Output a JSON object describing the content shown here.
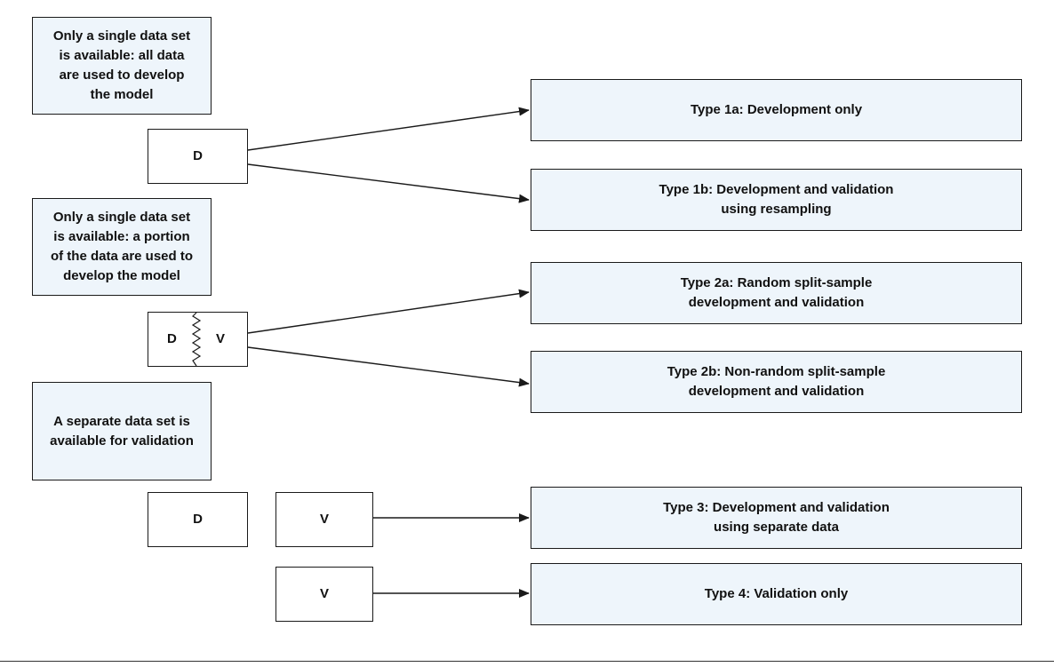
{
  "conditions": {
    "single_all": "Only a single data set\nis available: all data\nare used to develop\nthe model",
    "single_portion": "Only a single data set\nis available: a portion\nof the data are used to\ndevelop the model",
    "separate": "A separate data set is\navailable for validation"
  },
  "data_boxes": {
    "d_full": "D",
    "split_d": "D",
    "split_v": "V",
    "dev_separate": "D",
    "val_separate": "V",
    "val_only": "V"
  },
  "types": {
    "t1a": "Type 1a: Development only",
    "t1b": "Type 1b: Development and validation\nusing resampling",
    "t2a": "Type 2a: Random split-sample\ndevelopment and validation",
    "t2b": "Type 2b: Non-random split-sample\ndevelopment and validation",
    "t3": "Type 3: Development and validation\nusing separate data",
    "t4": "Type 4: Validation only"
  },
  "colors": {
    "box_fill": "#eef5fb",
    "stroke": "#1a1a1a"
  }
}
